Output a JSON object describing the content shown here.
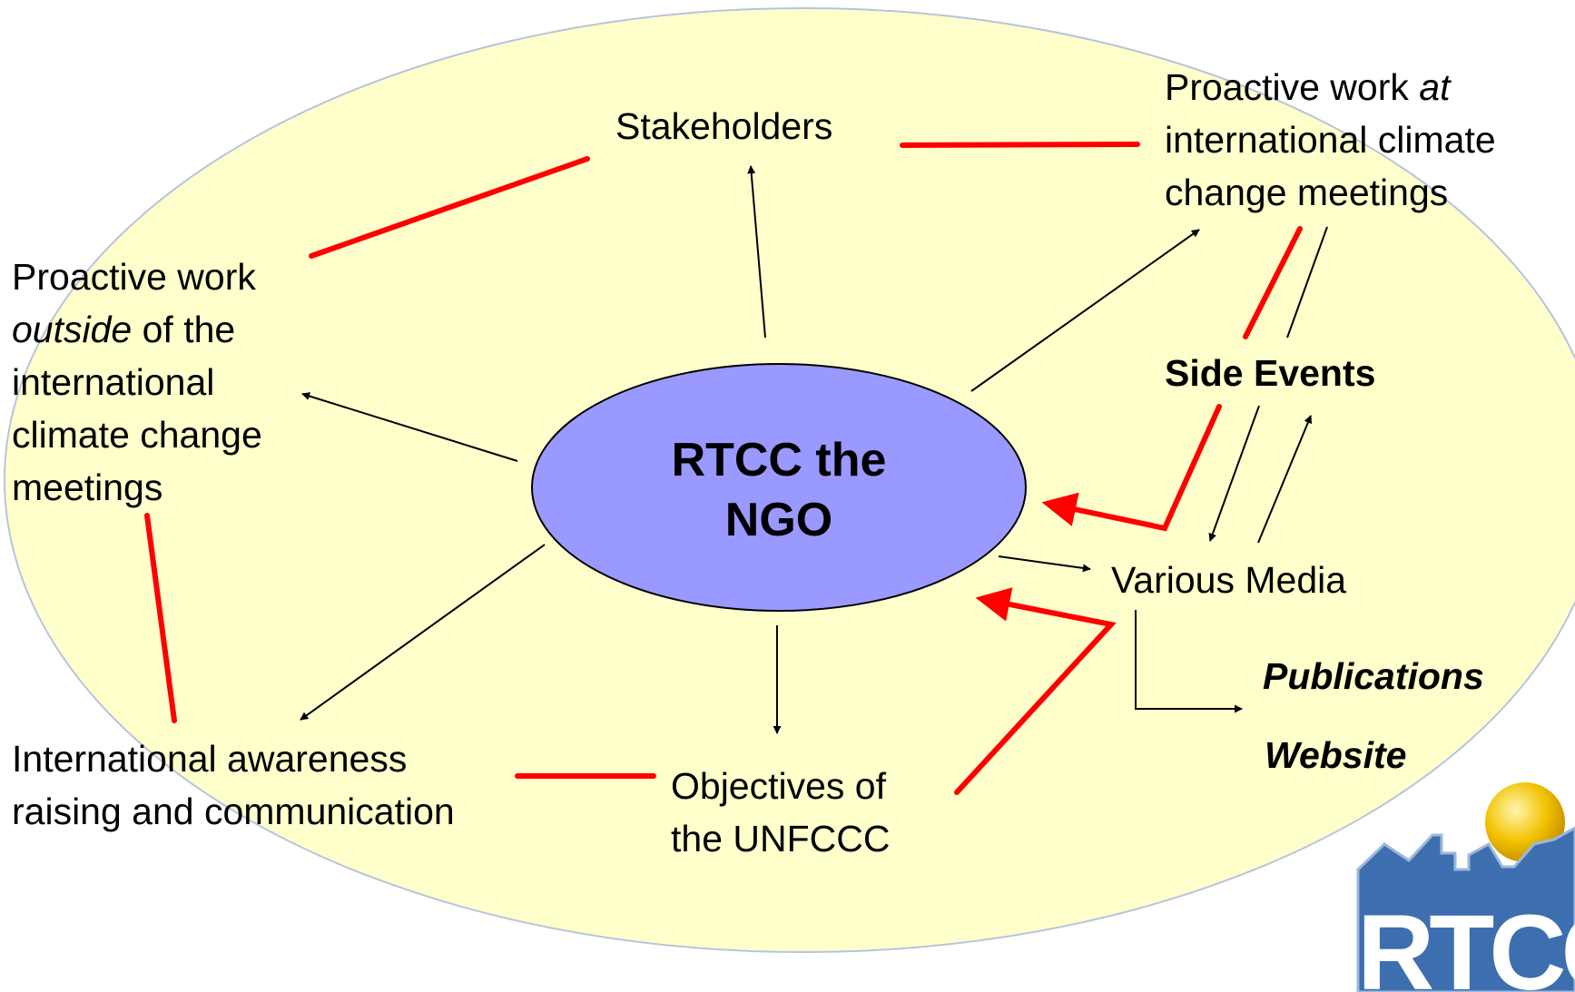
{
  "diagram": {
    "center": {
      "line1": "RTCC the",
      "line2": "NGO"
    },
    "stakeholders": "Stakeholders",
    "proactive_at": {
      "prefix": "Proactive work ",
      "emph": "at",
      "line2": "international climate",
      "line3": "change meetings"
    },
    "side_events": "Side Events",
    "various_media": "Various Media",
    "publications": "Publications",
    "website": "Website",
    "proactive_outside": {
      "line1": "Proactive work",
      "emph": "outside",
      "suffix": " of the",
      "line3": "international",
      "line4": "climate change",
      "line5": "meetings"
    },
    "awareness": {
      "line1": "International awareness",
      "line2": "raising and communication"
    },
    "objectives": {
      "line1": "Objectives of",
      "line2": "the UNFCCC"
    }
  },
  "logo": {
    "text": "RTCC"
  },
  "colors": {
    "outer_ellipse": "#FFFFCC",
    "center_ellipse": "#9999FF",
    "red_link": "#FF0000",
    "arrow": "#000000",
    "logo_blue": "#3D6FB0",
    "logo_sun": "#F2C200"
  }
}
